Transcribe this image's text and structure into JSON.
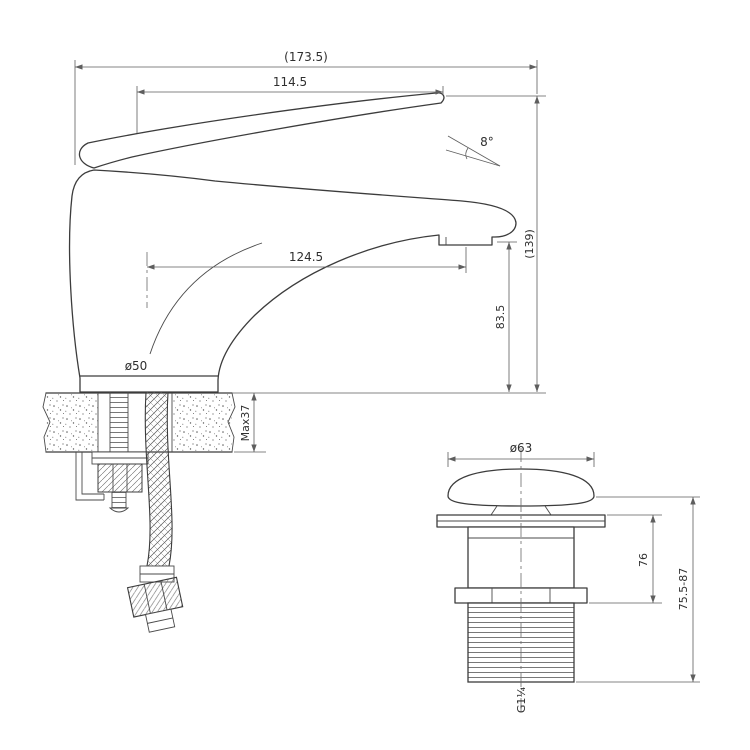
{
  "page": {
    "background": "#ffffff",
    "line_color": "#3c3c3c"
  },
  "faucet_view": {
    "dims": {
      "overall_depth": "(173.5)",
      "handle_reach": "114.5",
      "handle_angle": "8°",
      "spout_reach": "124.5",
      "overall_height": "(139)",
      "spout_height": "83.5",
      "base_diameter": "ø50",
      "max_mount_thickness": "Max37"
    }
  },
  "drain_view": {
    "dims": {
      "cap_diameter": "ø63",
      "flange_to_nut_height": "76",
      "overall_height_range": "75.5-87",
      "thread_size": "G1¼"
    }
  }
}
